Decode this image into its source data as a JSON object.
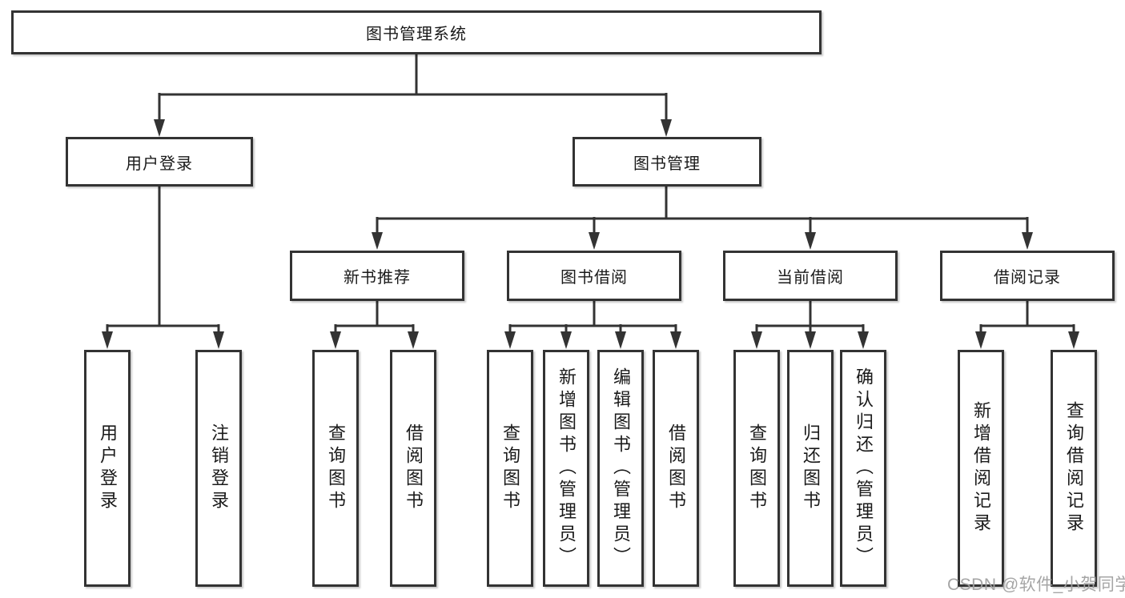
{
  "diagram": {
    "title": "图书管理系统",
    "type": "function-structure-tree",
    "colors": {
      "line": "#333333",
      "box_border": "#333333",
      "box_fill": "#ffffff",
      "text": "#1a1a1a",
      "watermark": "#a0a0a0"
    },
    "nodes": {
      "root": "图书管理系统",
      "user_login": "用户登录",
      "book_mgmt": "图书管理",
      "new_book_rec": "新书推荐",
      "book_borrow": "图书借阅",
      "current_borrow": "当前借阅",
      "borrow_records": "借阅记录",
      "leaf_user_login": "用户登录",
      "leaf_logout": "注销登录",
      "leaf_rec_query_book": "查询图书",
      "leaf_rec_borrow_book": "借阅图书",
      "leaf_bor_query_book": "查询图书",
      "leaf_bor_add_book": "新增图书（管理员）",
      "leaf_bor_edit_book": "编辑图书（管理员）",
      "leaf_bor_borrow_book": "借阅图书",
      "leaf_cur_query_book": "查询图书",
      "leaf_cur_return_book": "归还图书",
      "leaf_cur_confirm_return": "确认归还（管理员）",
      "leaf_log_add_record": "新增借阅记录",
      "leaf_log_query_record": "查询借阅记录"
    },
    "hierarchy": {
      "图书管理系统": {
        "用户登录": [
          "用户登录",
          "注销登录"
        ],
        "图书管理": {
          "新书推荐": [
            "查询图书",
            "借阅图书"
          ],
          "图书借阅": [
            "查询图书",
            "新增图书（管理员）",
            "编辑图书（管理员）",
            "借阅图书"
          ],
          "当前借阅": [
            "查询图书",
            "归还图书",
            "确认归还（管理员）"
          ],
          "借阅记录": [
            "新增借阅记录",
            "查询借阅记录"
          ]
        }
      }
    },
    "watermark": "CSDN @软件_小贺同学"
  }
}
